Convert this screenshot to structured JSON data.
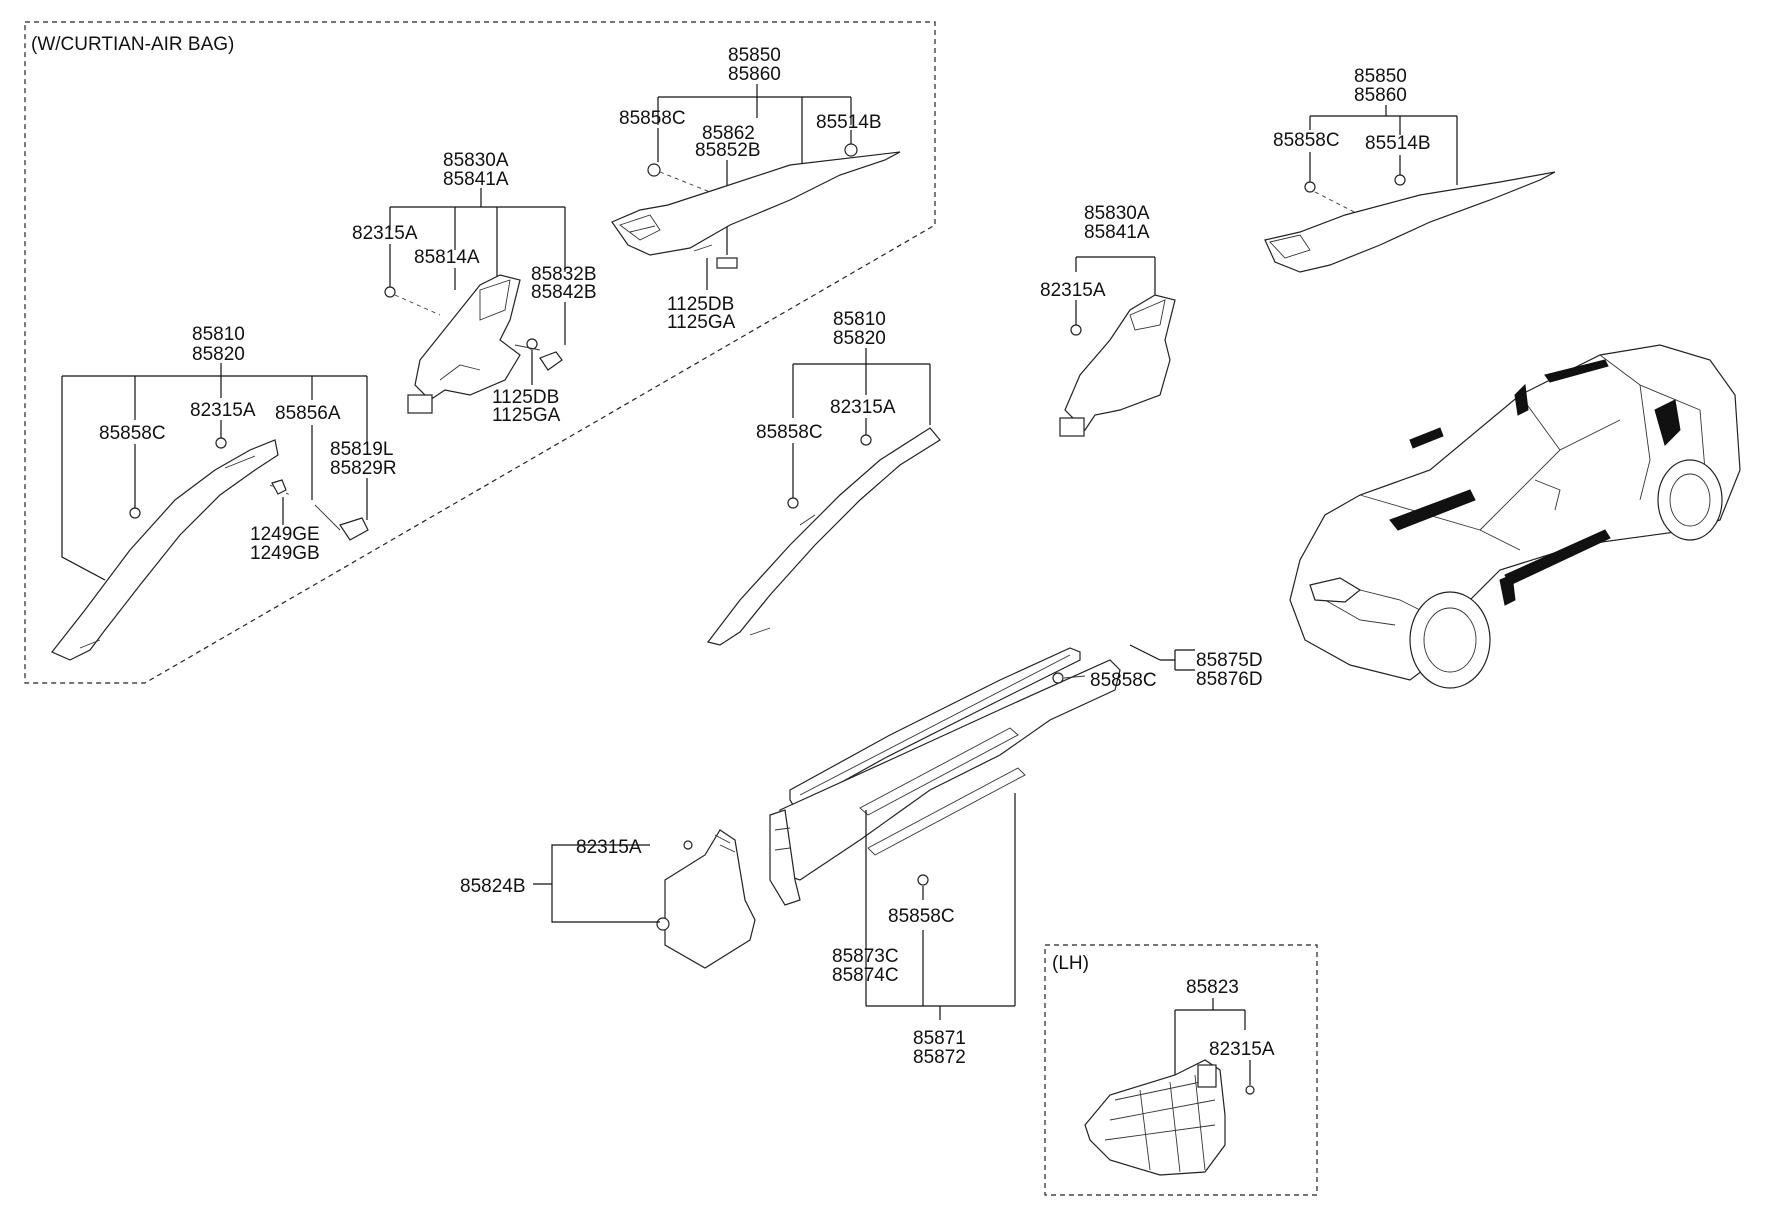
{
  "regions": {
    "curtain_airbag": "(W/CURTIAN-AIR BAG)",
    "lh": "(LH)"
  },
  "labels": {
    "a_85850": "85850",
    "a_85860": "85860",
    "a_85858C": "85858C",
    "a_85862": "85862",
    "a_85852B": "85852B",
    "a_85514B": "85514B",
    "a_1125DB": "1125DB",
    "a_1125GA": "1125GA",
    "b_85830A": "85830A",
    "b_85841A": "85841A",
    "b_82315A": "82315A",
    "b_85814A": "85814A",
    "b_85832B": "85832B",
    "b_85842B": "85842B",
    "b_1125DB": "1125DB",
    "b_1125GA": "1125GA",
    "c_85810": "85810",
    "c_85820": "85820",
    "c_85858C": "85858C",
    "c_82315A": "82315A",
    "c_85856A": "85856A",
    "c_85819L": "85819L",
    "c_85829R": "85829R",
    "c_1249GE": "1249GE",
    "c_1249GB": "1249GB",
    "d_85810": "85810",
    "d_85820": "85820",
    "d_82315A": "82315A",
    "d_85858C": "85858C",
    "e_85830A": "85830A",
    "e_85841A": "85841A",
    "e_82315A": "82315A",
    "f_85850": "85850",
    "f_85860": "85860",
    "f_85858C": "85858C",
    "f_85514B": "85514B",
    "g_85875D": "85875D",
    "g_85876D": "85876D",
    "g_85858C": "85858C",
    "h_82315A": "82315A",
    "h_85824B": "85824B",
    "i_85858C": "85858C",
    "i_85873C": "85873C",
    "i_85874C": "85874C",
    "i_85871": "85871",
    "i_85872": "85872",
    "j_85823": "85823",
    "j_82315A": "82315A"
  }
}
